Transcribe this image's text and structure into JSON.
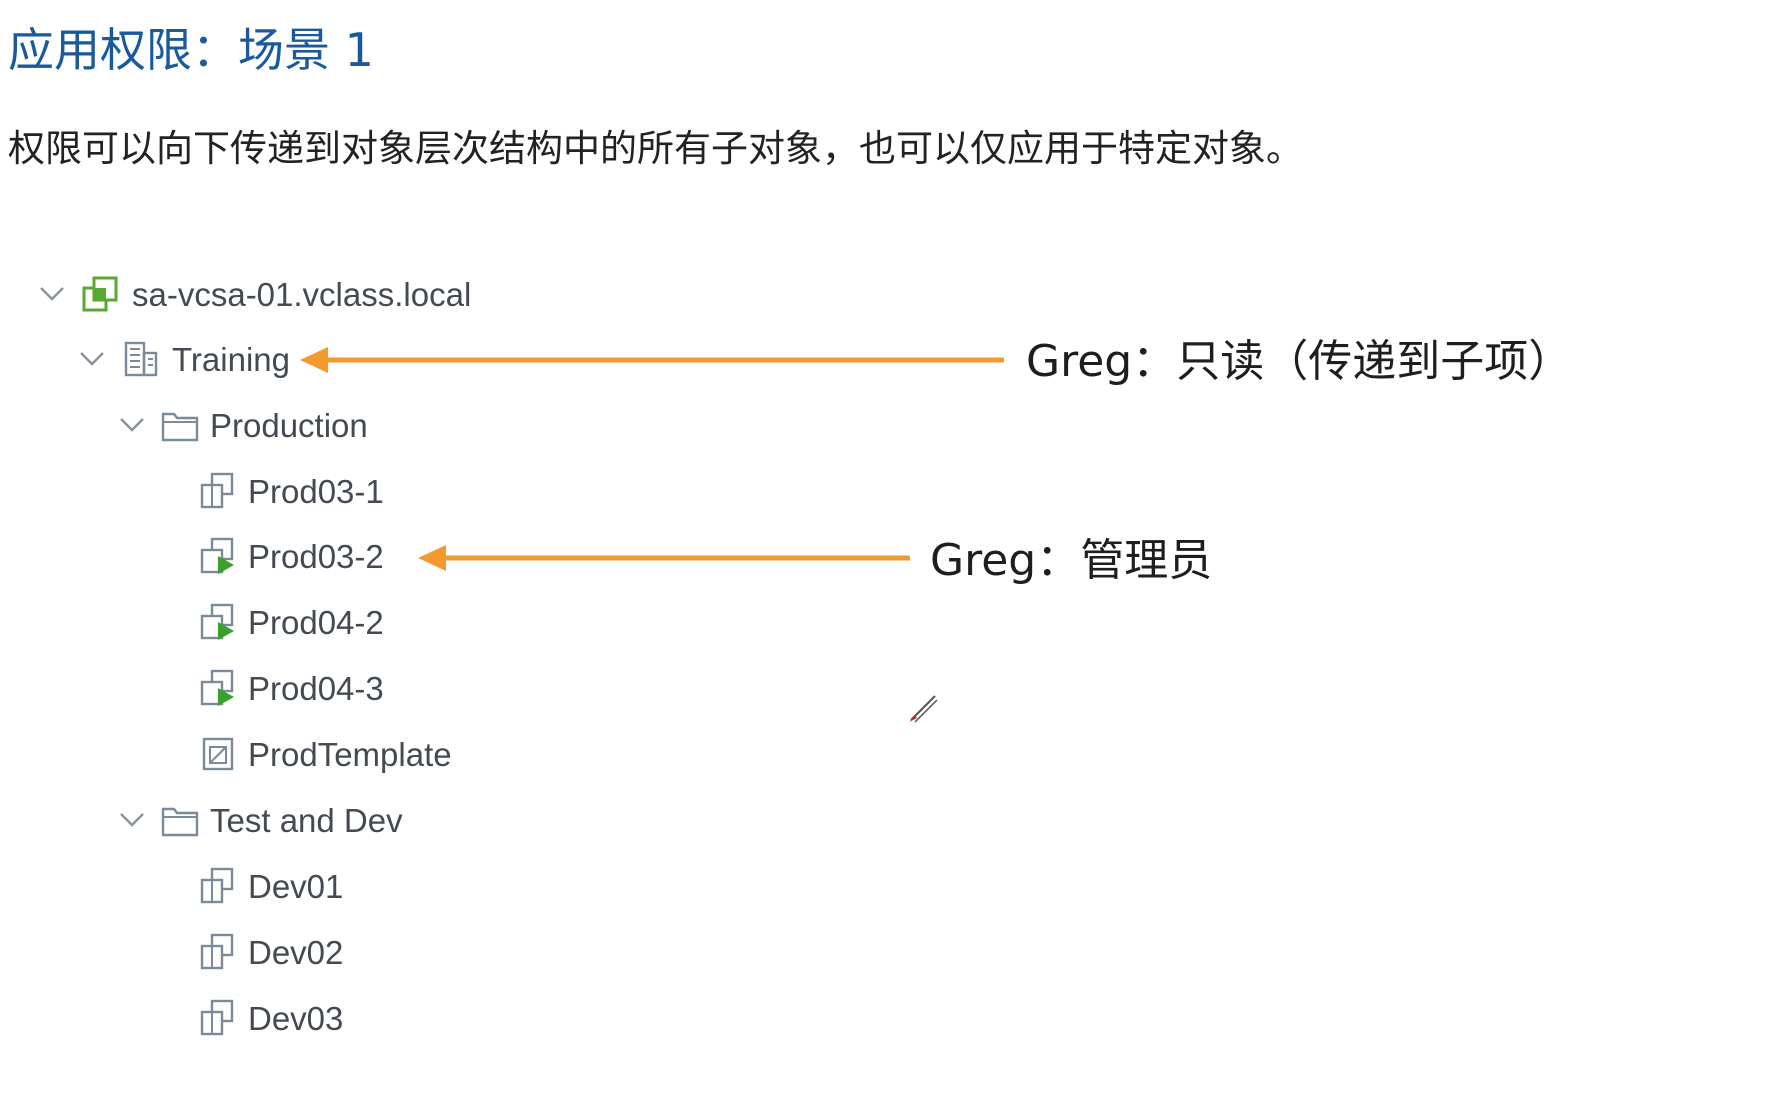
{
  "slide": {
    "title": "应用权限：场景 1",
    "subtitle": "权限可以向下传递到对象层次结构中的所有子对象，也可以仅应用于特定对象。"
  },
  "tree": {
    "nodes": [
      {
        "label": "sa-vcsa-01.vclass.local",
        "icon": "vcenter-icon",
        "expanded": true
      },
      {
        "label": "Training",
        "icon": "datacenter-icon",
        "expanded": true
      },
      {
        "label": "Production",
        "icon": "folder-icon",
        "expanded": true
      },
      {
        "label": "Prod03-1",
        "icon": "vm-icon"
      },
      {
        "label": "Prod03-2",
        "icon": "vm-powered-on-icon"
      },
      {
        "label": "Prod04-2",
        "icon": "vm-powered-on-icon"
      },
      {
        "label": "Prod04-3",
        "icon": "vm-powered-on-icon"
      },
      {
        "label": "ProdTemplate",
        "icon": "vm-template-icon"
      },
      {
        "label": "Test and Dev",
        "icon": "folder-icon",
        "expanded": true
      },
      {
        "label": "Dev01",
        "icon": "vm-icon"
      },
      {
        "label": "Dev02",
        "icon": "vm-icon"
      },
      {
        "label": "Dev03",
        "icon": "vm-icon"
      }
    ]
  },
  "annotations": {
    "training": "Greg：只读（传递到子项）",
    "prod03_2": "Greg：管理员"
  },
  "colors": {
    "title": "#1a5a9c",
    "arrow": "#f29a2e",
    "vcenter_icon": "#5aa832",
    "power_on": "#3aa02e",
    "tree_icon": "#7a8a9a"
  }
}
